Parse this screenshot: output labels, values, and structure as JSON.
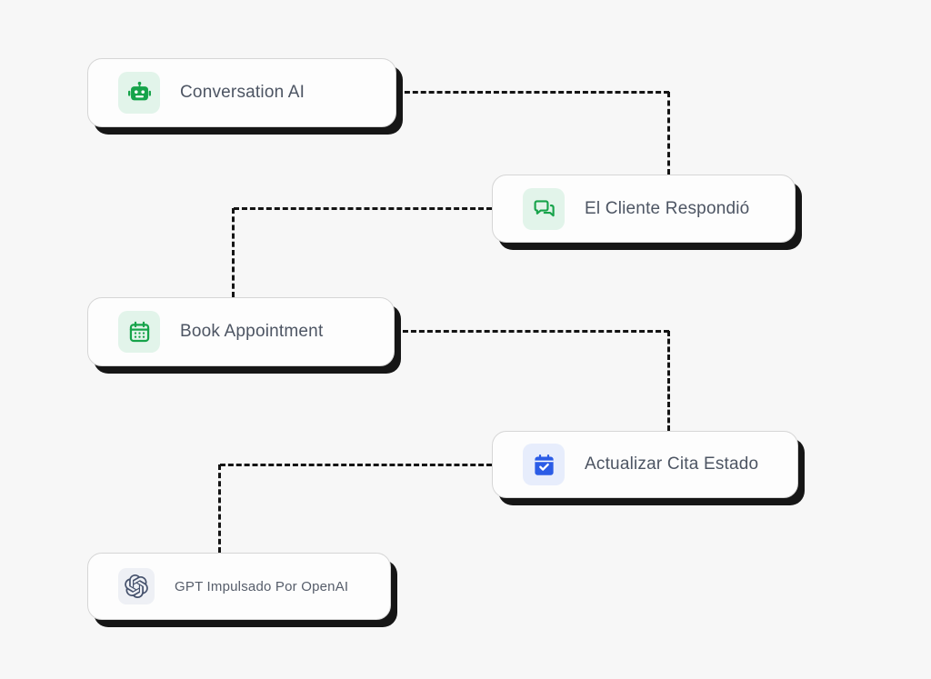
{
  "canvas": {
    "background_color": "#f7f7f7",
    "connector_color": "#141414",
    "connector_style": "dashed"
  },
  "nodes": [
    {
      "label": "Conversation AI",
      "icon": "robot-icon",
      "accent_color": "#16a34a",
      "icon_bg_color": "#e2f4ea"
    },
    {
      "label": "El Cliente Respondió",
      "icon": "chat-bubbles-icon",
      "accent_color": "#16a34a",
      "icon_bg_color": "#e2f4ea"
    },
    {
      "label": "Book Appointment",
      "icon": "calendar-icon",
      "accent_color": "#16a34a",
      "icon_bg_color": "#e2f4ea"
    },
    {
      "label": "Actualizar Cita Estado",
      "icon": "calendar-check-icon",
      "accent_color": "#2b5ce6",
      "icon_bg_color": "#e7edfc"
    },
    {
      "label": "GPT Impulsado Por OpenAI",
      "icon": "openai-logo-icon",
      "accent_color": "#45516c",
      "icon_bg_color": "#eef0f5"
    }
  ],
  "connections": [
    {
      "from": "Conversation AI",
      "to": "El Cliente Respondió"
    },
    {
      "from": "El Cliente Respondió",
      "to": "Book Appointment"
    },
    {
      "from": "Book Appointment",
      "to": "Actualizar Cita Estado"
    },
    {
      "from": "Actualizar Cita Estado",
      "to": "GPT Impulsado Por OpenAI"
    }
  ]
}
